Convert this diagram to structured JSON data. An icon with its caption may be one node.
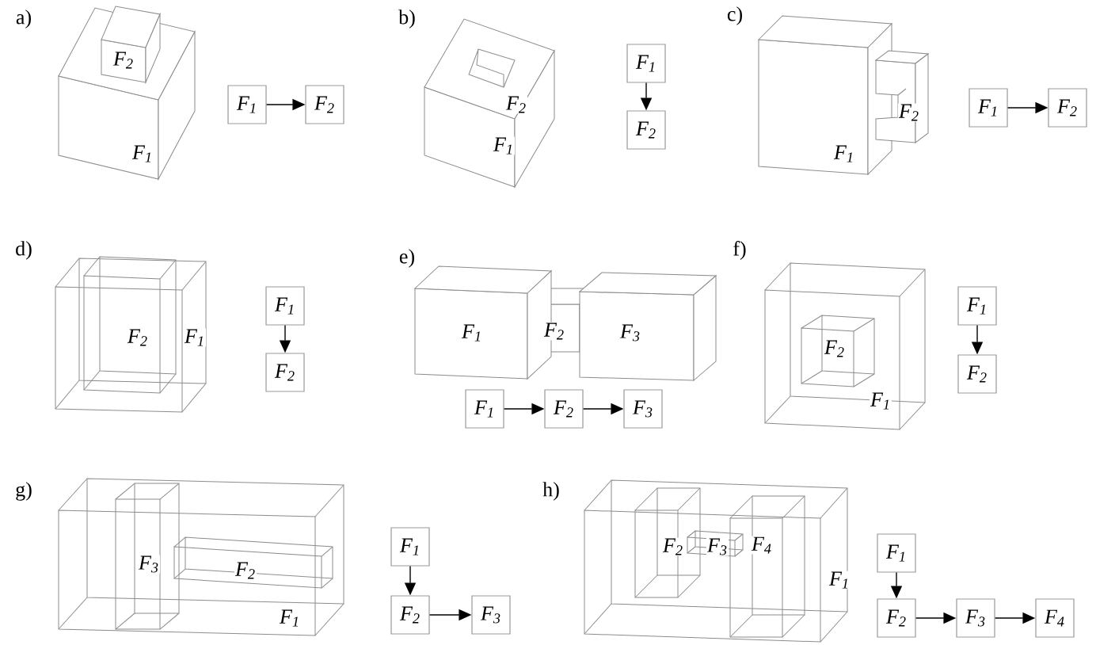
{
  "diagram": {
    "nodes": [
      {
        "text": [
          "F$_{1}$"
        ]
      },
      {
        "text": [
          "F$_{2}$"
        ]
      },
      {
        "text": [
          "F$_{1}$"
        ]
      },
      {
        "text": [
          "F$_{2}$"
        ]
      },
      {
        "text": [
          "F$_{1}$"
        ]
      },
      {
        "text": [
          "F$_{2}$"
        ]
      },
      {
        "text": [
          "F$_{1}$"
        ]
      },
      {
        "text": [
          "F$_{2}$"
        ]
      },
      {
        "text": [
          "F$_{1}$"
        ]
      },
      {
        "text": [
          "F$_{2}$"
        ]
      },
      {
        "text": [
          "F$_{3}$"
        ]
      },
      {
        "text": [
          "F$_{1}$"
        ]
      },
      {
        "text": [
          "F$_{2}$"
        ]
      },
      {
        "text": [
          "F$_{1}$"
        ]
      },
      {
        "text": [
          "F$_{2}$"
        ]
      },
      {
        "text": [
          "F$_{3}$"
        ]
      },
      {
        "text": [
          "F$_{1}$"
        ]
      },
      {
        "text": [
          "F$_{2}$"
        ]
      },
      {
        "text": [
          "F$_{3}$"
        ]
      },
      {
        "text": [
          "F$_{4}$"
        ]
      }
    ],
    "edges": [
      {
        "from": 0,
        "to": 1,
        "arrow": "to"
      },
      {
        "from": 2,
        "to": 3,
        "arrow": "to"
      },
      {
        "from": 4,
        "to": 5,
        "arrow": "to"
      },
      {
        "from": 6,
        "to": 7,
        "arrow": "to"
      },
      {
        "from": 8,
        "to": 9,
        "arrow": "to"
      },
      {
        "from": 9,
        "to": 10,
        "arrow": "to"
      },
      {
        "from": 11,
        "to": 12,
        "arrow": "to"
      },
      {
        "from": 13,
        "to": 14,
        "arrow": "to"
      },
      {
        "from": 14,
        "to": 15,
        "arrow": "to"
      },
      {
        "from": 16,
        "to": 17,
        "arrow": "to"
      },
      {
        "from": 17,
        "to": 18,
        "arrow": "to"
      },
      {
        "from": 18,
        "to": 19,
        "arrow": "to"
      }
    ],
    "labels": [
      "a)",
      "F$_{2}$",
      "F$_{1}$",
      "b)",
      "F$_{2}$",
      "F$_{1}$",
      "c)",
      "F$_{2}$",
      "F$_{1}$",
      "d)",
      "F$_{2}$",
      "F$_{1}$",
      "e)",
      "F$_{1}$",
      "F$_{2}$",
      "F$_{3}$",
      "f)",
      "F$_{2}$",
      "F$_{1}$",
      "g)",
      "F$_{3}$",
      "F$_{2}$",
      "F$_{1}$",
      "h)",
      "F$_{2}$",
      "F$_{3}$",
      "F$_{4}$",
      "F$_{1}$"
    ]
  }
}
